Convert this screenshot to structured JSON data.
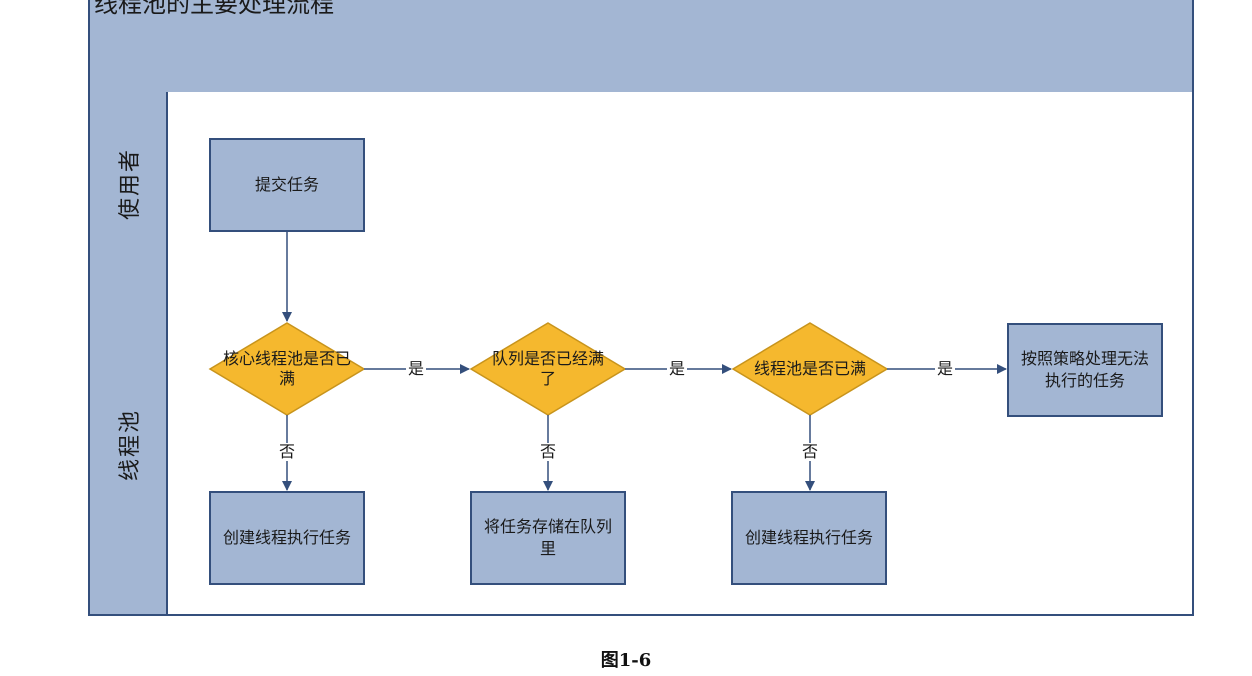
{
  "title": "线程池的主要处理流程",
  "lanes": {
    "user": "使用者",
    "pool": "线程池"
  },
  "nodes": {
    "submit": "提交任务",
    "core_full": "核心线程池是否已满",
    "queue_full": "队列是否已经满了",
    "pool_full": "线程池是否已满",
    "policy": "按照策略处理无法执行的任务",
    "create_core": "创建线程执行任务",
    "store_queue": "将任务存储在队列里",
    "create_thread": "创建线程执行任务"
  },
  "edge_labels": {
    "yes_1": "是",
    "yes_2": "是",
    "yes_3": "是",
    "no_1": "否",
    "no_2": "否",
    "no_3": "否"
  },
  "caption": "图1-6",
  "colors": {
    "lane_fill": "#a3b6d3",
    "border": "#344f7c",
    "decision_fill": "#f5b82e",
    "decision_border": "#c8941c",
    "arrow": "#344f7c"
  }
}
